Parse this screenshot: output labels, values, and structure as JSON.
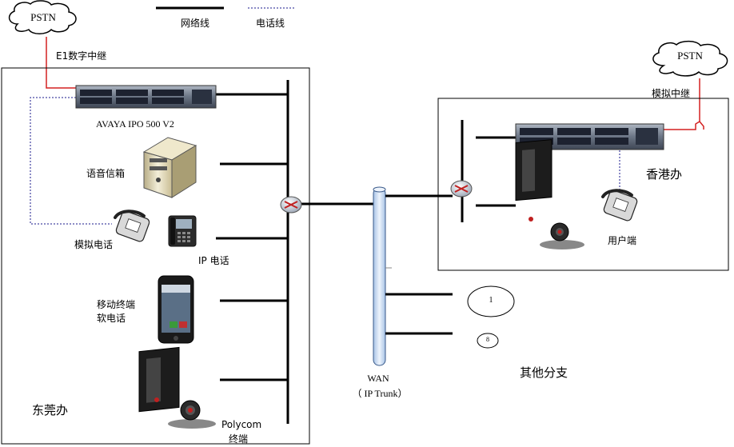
{
  "legend": {
    "network_line": "网络线",
    "phone_line": "电话线"
  },
  "pstn": {
    "left": "PSTN",
    "right": "PSTN"
  },
  "trunks": {
    "e1": "E1数字中继",
    "analog": "模拟中继"
  },
  "dongguan": {
    "office": "东莞办",
    "pbx": "AVAYA IPO 500 V2",
    "voicemail": "语音信箱",
    "analog_phone": "模拟电话",
    "ip_phone": "IP 电话",
    "mobile_line1": "移动终端",
    "mobile_line2": "软电话",
    "polycom_line1": "Polycom",
    "polycom_line2": "终端"
  },
  "wan": {
    "line1": "WAN",
    "line2": "（ IP Trunk）"
  },
  "hongkong": {
    "office": "香港办",
    "user_end": "用户端"
  },
  "branches": {
    "label": "其他分支",
    "node1": "1",
    "node2": "8"
  },
  "colors": {
    "network": "#000000",
    "phone_line": "#1a1a8c",
    "trunk": "#d42020",
    "wan_fill": "#d6e4f5",
    "wan_stroke": "#3a5a8a"
  }
}
